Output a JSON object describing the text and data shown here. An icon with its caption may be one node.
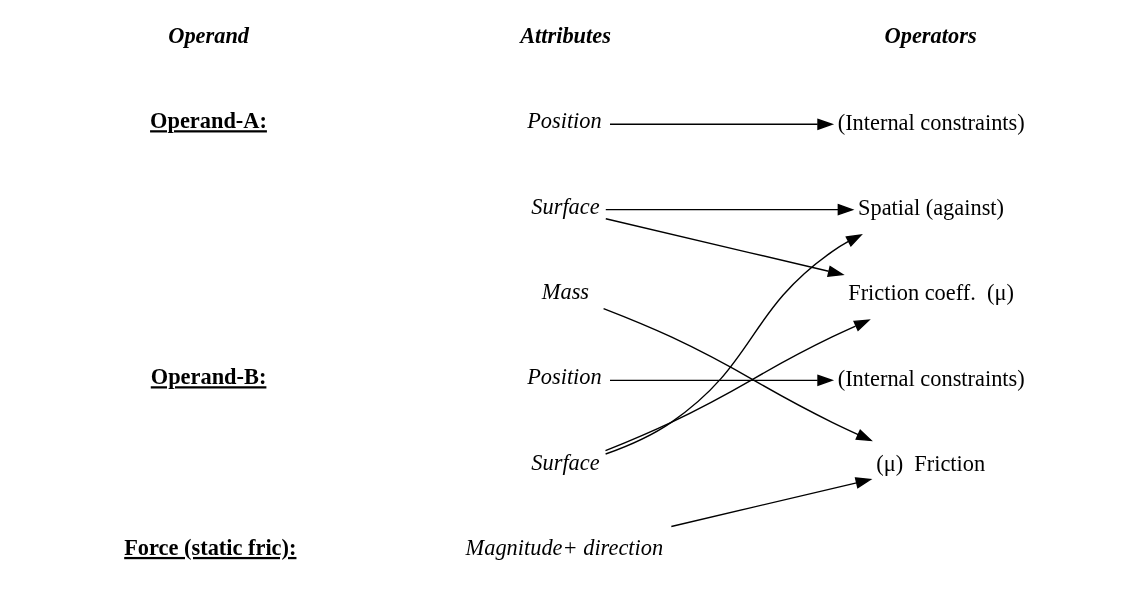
{
  "diagram": {
    "nodes": [
      {
        "text": [
          "Position"
        ]
      },
      {
        "text": [
          "(Internal constraints)"
        ]
      },
      {
        "text": [
          "Surface"
        ]
      },
      {
        "text": [
          "Mass"
        ]
      },
      {
        "text": [
          "Spatial (against)"
        ]
      },
      {
        "text": [
          "Friction coeff.  (μ)"
        ]
      },
      {
        "text": [
          "Position"
        ]
      },
      {
        "text": [
          "(Internal constraints)"
        ]
      },
      {
        "text": [
          "Surface"
        ]
      },
      {
        "text": [
          "(μ)  Friction"
        ]
      },
      {
        "text": [
          "Magnitude+ direction"
        ]
      }
    ],
    "edges": [
      {
        "from": 0,
        "to": 1,
        "arrow": "to"
      },
      {
        "from": 2,
        "to": 4,
        "arrow": "to"
      },
      {
        "from": 2,
        "to": 5,
        "arrow": "to"
      },
      {
        "from": 3,
        "to": 9,
        "arrow": "to"
      },
      {
        "from": 6,
        "to": 7,
        "arrow": "to"
      },
      {
        "from": 8,
        "to": 4,
        "arrow": "to"
      },
      {
        "from": 8,
        "to": 5,
        "arrow": "to"
      },
      {
        "from": 10,
        "to": 9,
        "arrow": "to"
      }
    ],
    "labels": [
      "Operand",
      "Attributes",
      "Operators",
      "Operand-A:",
      "Operand-B:",
      "Force (static fric):"
    ]
  }
}
